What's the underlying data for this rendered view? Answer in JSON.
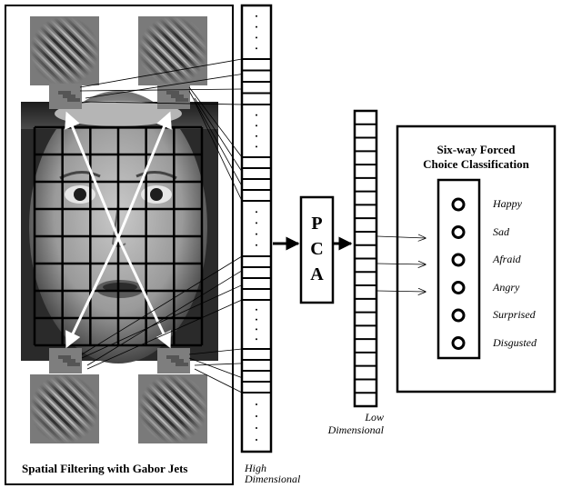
{
  "left_panel": {
    "caption": "Spatial Filtering with Gabor Jets"
  },
  "high_vector": {
    "caption_line1": "High",
    "caption_line2": "Dimensional"
  },
  "pca": {
    "letters": [
      "P",
      "C",
      "A"
    ]
  },
  "low_vector": {
    "caption_line1": "Low",
    "caption_line2": "Dimensional"
  },
  "classifier": {
    "title_line1": "Six-way Forced",
    "title_line2": "Choice Classification",
    "classes": [
      "Happy",
      "Sad",
      "Afraid",
      "Angry",
      "Surprised",
      "Disgusted"
    ]
  },
  "colors": {
    "ink": "#000000",
    "gabor_gray": "#7a7a7a",
    "face_dark": "#3c3c3c"
  }
}
